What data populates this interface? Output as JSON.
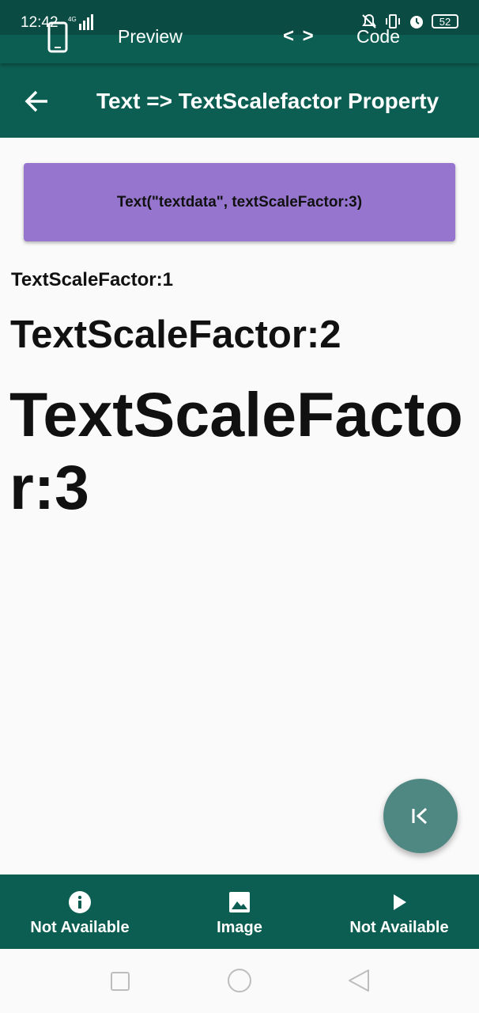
{
  "status_bar": {
    "time": "12:42",
    "network": "4G",
    "battery": "52"
  },
  "top_tabs": {
    "preview_label": "Preview",
    "code_icon": "< >",
    "code_label": "Code"
  },
  "app_bar": {
    "title": "Text => TextScalefactor Property"
  },
  "code_snippet": "Text(\"textdata\", textScaleFactor:3)",
  "samples": [
    "TextScaleFactor:1",
    "TextScaleFactor:2",
    "TextScaleFactor:3"
  ],
  "bottom_nav": [
    {
      "icon": "info-icon",
      "label": "Not Available"
    },
    {
      "icon": "image-icon",
      "label": "Image"
    },
    {
      "icon": "play-icon",
      "label": "Not Available"
    }
  ],
  "colors": {
    "primary": "#0d5e52",
    "code_box": "#9575cd",
    "fab": "#4f8883",
    "background": "#fafafa"
  }
}
